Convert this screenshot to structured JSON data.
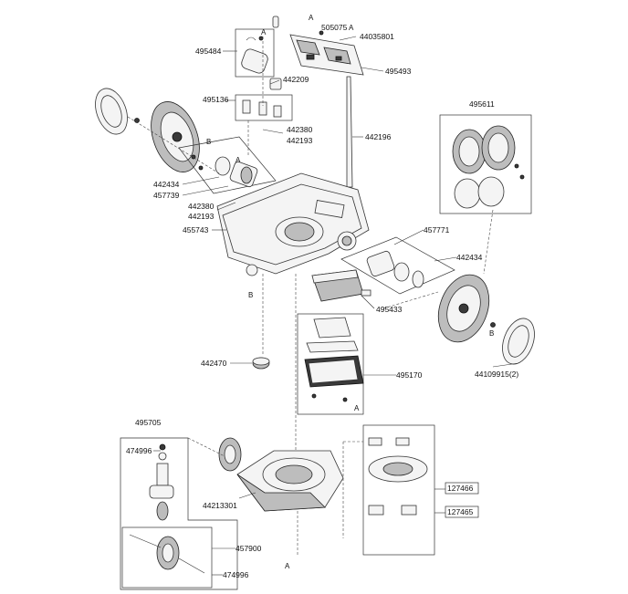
{
  "labels": {
    "p505075": "505075",
    "p44035801": "44035801",
    "p495484": "495484",
    "p495493": "495493",
    "p442209": "442209",
    "p495136": "495136",
    "p442380_top": "442380",
    "p442193_top": "442193",
    "p442196": "442196",
    "p495611": "495611",
    "p442434_left": "442434",
    "p457739": "457739",
    "p442380_mid": "442380",
    "p442193_mid": "442193",
    "p455743": "455743",
    "p457771": "457771",
    "p442434_right": "442434",
    "p495433": "495433",
    "p442470": "442470",
    "p495170": "495170",
    "p44109915": "44109915(2)",
    "p495705": "495705",
    "p474996_top": "474996",
    "p44213301": "44213301",
    "p127466": "127466",
    "p127465": "127465",
    "p457900": "457900",
    "p474996_bottom": "474996"
  },
  "markers": {
    "a": "A",
    "b": "B"
  }
}
